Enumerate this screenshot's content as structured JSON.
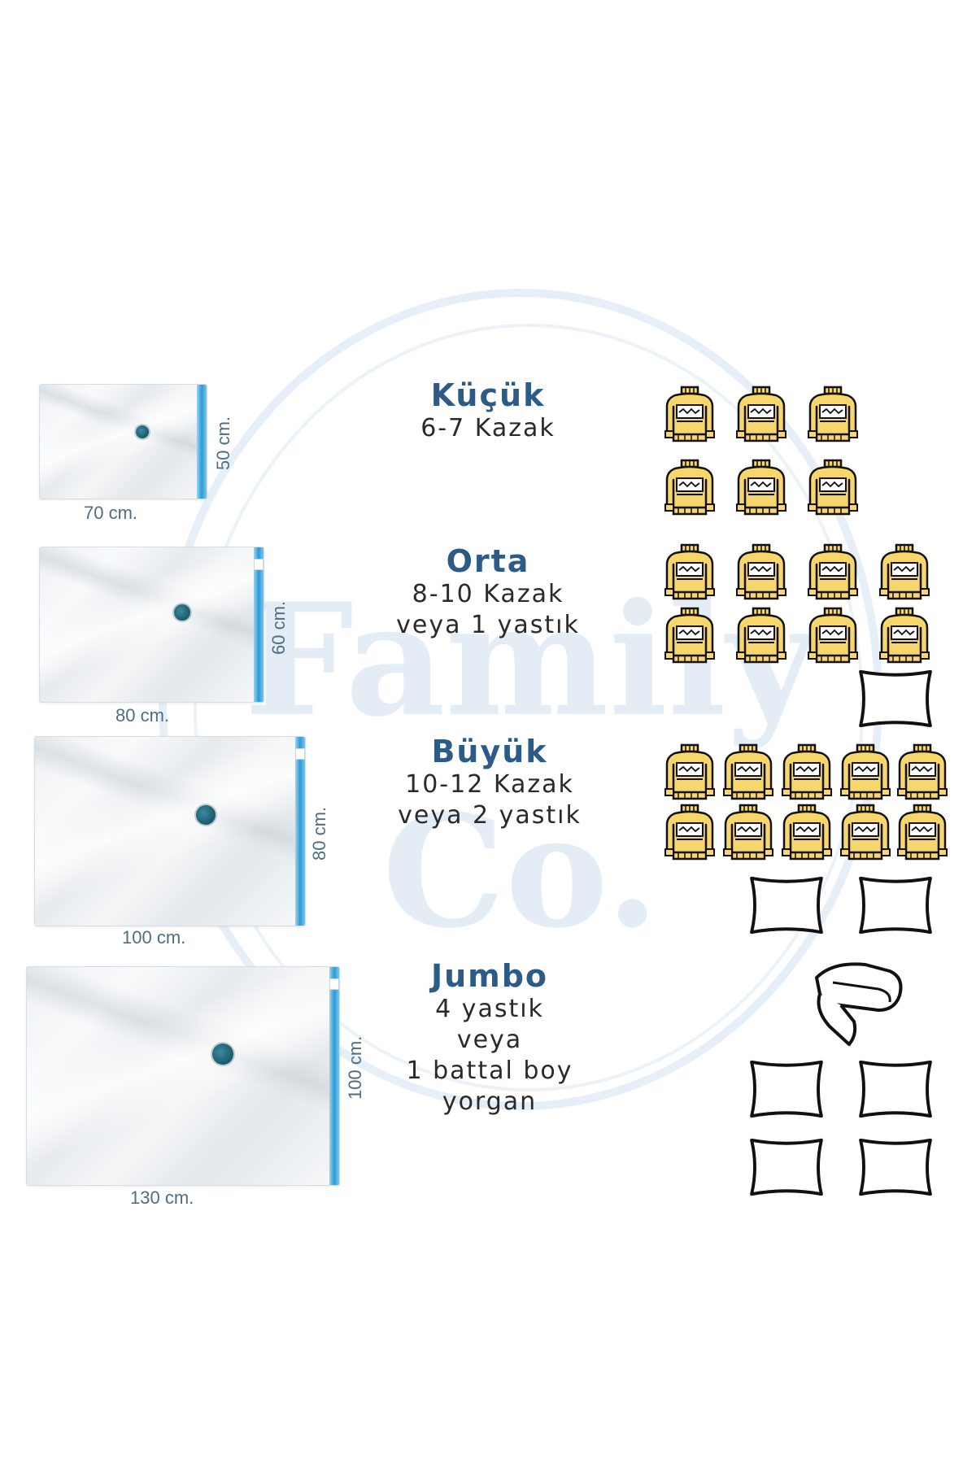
{
  "watermark": {
    "line1": "Family",
    "line2": "Co."
  },
  "sizes": [
    {
      "name": "Küçük",
      "lines": [
        "6-7 Kazak"
      ],
      "width_label": "70 cm.",
      "height_label": "50 cm."
    },
    {
      "name": "Orta",
      "lines": [
        "8-10 Kazak",
        "veya 1 yastık"
      ],
      "width_label": "80 cm.",
      "height_label": "60 cm."
    },
    {
      "name": "Büyük",
      "lines": [
        "10-12 Kazak",
        "veya 2 yastık"
      ],
      "width_label": "100 cm.",
      "height_label": "80 cm."
    },
    {
      "name": "Jumbo",
      "lines": [
        "4 yastık",
        "veya",
        "1 battal boy",
        "yorgan"
      ],
      "width_label": "130 cm.",
      "height_label": "100 cm."
    }
  ],
  "icon_names": {
    "sweater": "sweater-icon",
    "pillow": "pillow-icon",
    "blanket": "folded-blanket-icon"
  },
  "colors": {
    "title": "#2b5b86",
    "sweater_fill": "#f7d66b",
    "zipper": "#2a9bd8",
    "valve": "#1f5f73",
    "watermark": "#dbe8f4"
  }
}
